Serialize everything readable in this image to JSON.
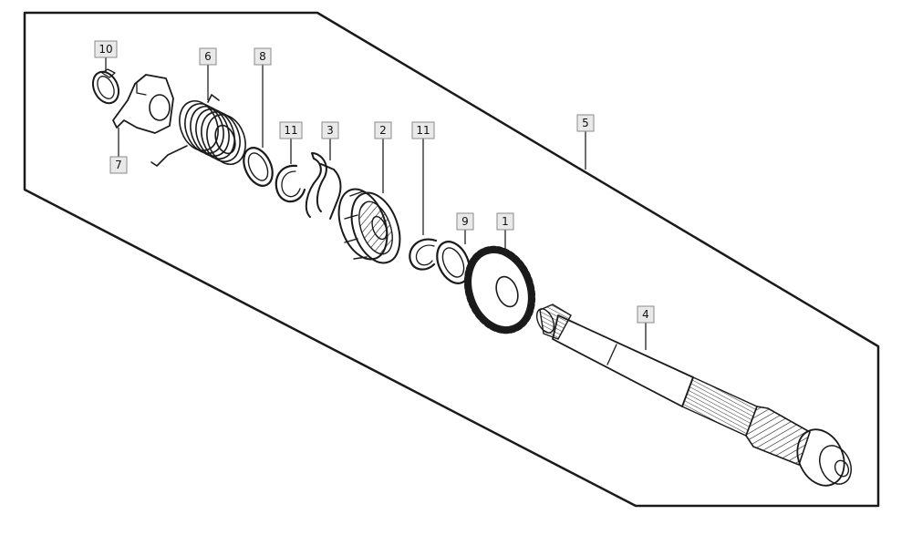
{
  "diagram": {
    "colors": {
      "line": "#1a1a1a",
      "label_fill": "#e9e9e9",
      "label_border": "#8a8a8a",
      "background": "#ffffff"
    },
    "callouts": [
      {
        "id": "1",
        "label": "1"
      },
      {
        "id": "2",
        "label": "2"
      },
      {
        "id": "3",
        "label": "3"
      },
      {
        "id": "4",
        "label": "4"
      },
      {
        "id": "5",
        "label": "5"
      },
      {
        "id": "6",
        "label": "6"
      },
      {
        "id": "7",
        "label": "7"
      },
      {
        "id": "8",
        "label": "8"
      },
      {
        "id": "9",
        "label": "9"
      },
      {
        "id": "10",
        "label": "10"
      },
      {
        "id": "11a",
        "label": "11"
      },
      {
        "id": "11b",
        "label": "11"
      }
    ]
  }
}
